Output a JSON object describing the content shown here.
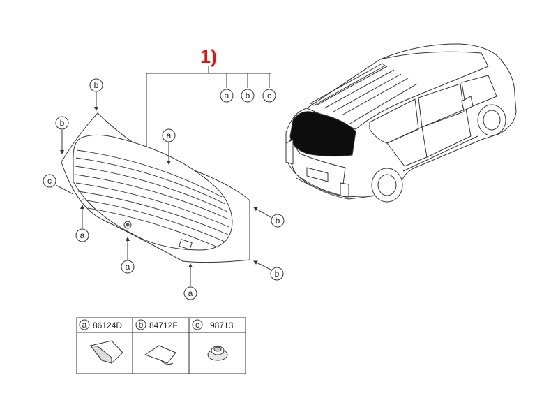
{
  "title_label": "1)",
  "colors": {
    "label_red": "#e8120c",
    "line": "#333333"
  },
  "callouts": {
    "top_a": "a",
    "top_b": "b",
    "top_c": "c",
    "b_upper": "b",
    "b_left": "b",
    "c_left": "c",
    "a_center": "a",
    "a_left": "a",
    "a_bottom_left": "a",
    "a_bottom": "a",
    "b_right_upper": "b",
    "b_right_lower": "b"
  },
  "legend": [
    {
      "letter": "a",
      "part_number": "86124D",
      "icon": "clip-icon"
    },
    {
      "letter": "b",
      "part_number": "84712F",
      "icon": "pad-icon"
    },
    {
      "letter": "c",
      "part_number": "98713",
      "icon": "grommet-icon"
    }
  ]
}
